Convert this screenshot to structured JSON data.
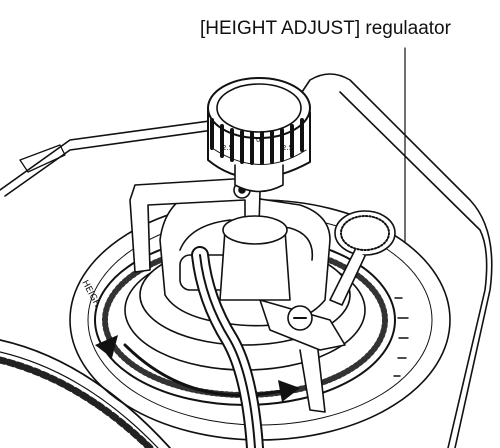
{
  "callout": {
    "label": "[HEIGHT ADJUST] regulaator"
  },
  "knob": {
    "scale_labels": [
      "2.5",
      "0",
      "2.5"
    ]
  },
  "ring": {
    "label": "HEIGHT ADJUST"
  },
  "icons": [
    "height-adjust-knob-icon",
    "tonearm-base-icon",
    "counterweight-icon",
    "rotation-arrow-icon"
  ]
}
